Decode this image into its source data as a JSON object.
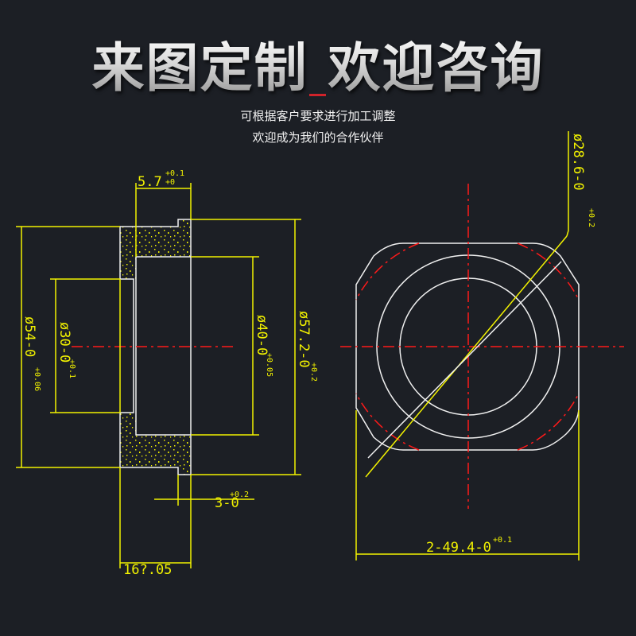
{
  "header": {
    "title": "来图定制 欢迎咨询",
    "subtitle_line1": "可根据客户要求进行加工调整",
    "subtitle_line2": "欢迎成为我们的合作伙伴"
  },
  "side_view": {
    "dim_width_top": {
      "value": "5.7",
      "tol_upper": "+0.1",
      "tol_lower": "+0"
    },
    "dim_d54": {
      "value": "ø54-0",
      "tol": "+0.06"
    },
    "dim_d30": {
      "value": "ø30-0",
      "tol": "+0.1"
    },
    "dim_d40": {
      "value": "ø40-0",
      "tol": "+0.05"
    },
    "dim_d57": {
      "value": "ø57.2-0",
      "tol": "+0.2"
    },
    "dim_step": {
      "value": "3-0",
      "tol": "+0.2"
    },
    "dim_total": {
      "value": "16?.05"
    }
  },
  "front_view": {
    "dim_diag": {
      "value": "ø28.6-0",
      "tol": "+0.2"
    },
    "dim_width": {
      "value": "2-49.4-0",
      "tol": "+0.1"
    }
  },
  "colors": {
    "background": "#1c1f25",
    "dimension": "#f2f200",
    "outline": "#f0f0f0",
    "centerline": "#ff1a1a",
    "accent": "#d0232a"
  }
}
